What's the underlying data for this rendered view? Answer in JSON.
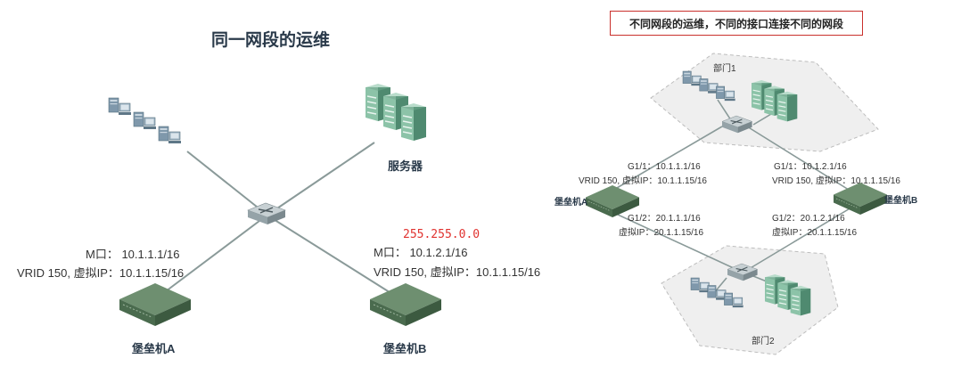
{
  "left": {
    "title": "同一网段的运维",
    "server_label": "服务器",
    "bastion_a": {
      "name": "堡垒机A",
      "m_port": "M口：  10.1.1.1/16",
      "vrid": "VRID 150, 虚拟IP：10.1.1.15/16"
    },
    "bastion_b": {
      "name": "堡垒机B",
      "mask": "255.255.0.0",
      "m_port": "M口：  10.1.2.1/16",
      "vrid": "VRID 150, 虚拟IP：10.1.1.15/16"
    }
  },
  "right": {
    "title": "不同网段的运维，不同的接口连接不同的网段",
    "dept1": "部门1",
    "dept2": "部门2",
    "bastion_a": {
      "name": "堡垒机A",
      "g11": "G1/1：10.1.1.1/16",
      "g11_vrid": "VRID 150, 虚拟IP：10.1.1.15/16",
      "g12": "G1/2：20.1.1.1/16",
      "g12_vip": "虚拟IP：20.1.1.15/16"
    },
    "bastion_b": {
      "name": "堡垒机B",
      "g11": "G1/1：10.1.2.1/16",
      "g11_vrid": "VRID 150, 虚拟IP：10.1.1.15/16",
      "g12": "G1/2：20.1.2.1/16",
      "g12_vip": "虚拟IP：20.1.1.15/16"
    }
  },
  "colors": {
    "accent_red": "#e0322f",
    "title_border": "#c9302c",
    "device_green": "#5f7f62",
    "server_green": "#7fb39a",
    "line_gray": "#8a9a99"
  }
}
